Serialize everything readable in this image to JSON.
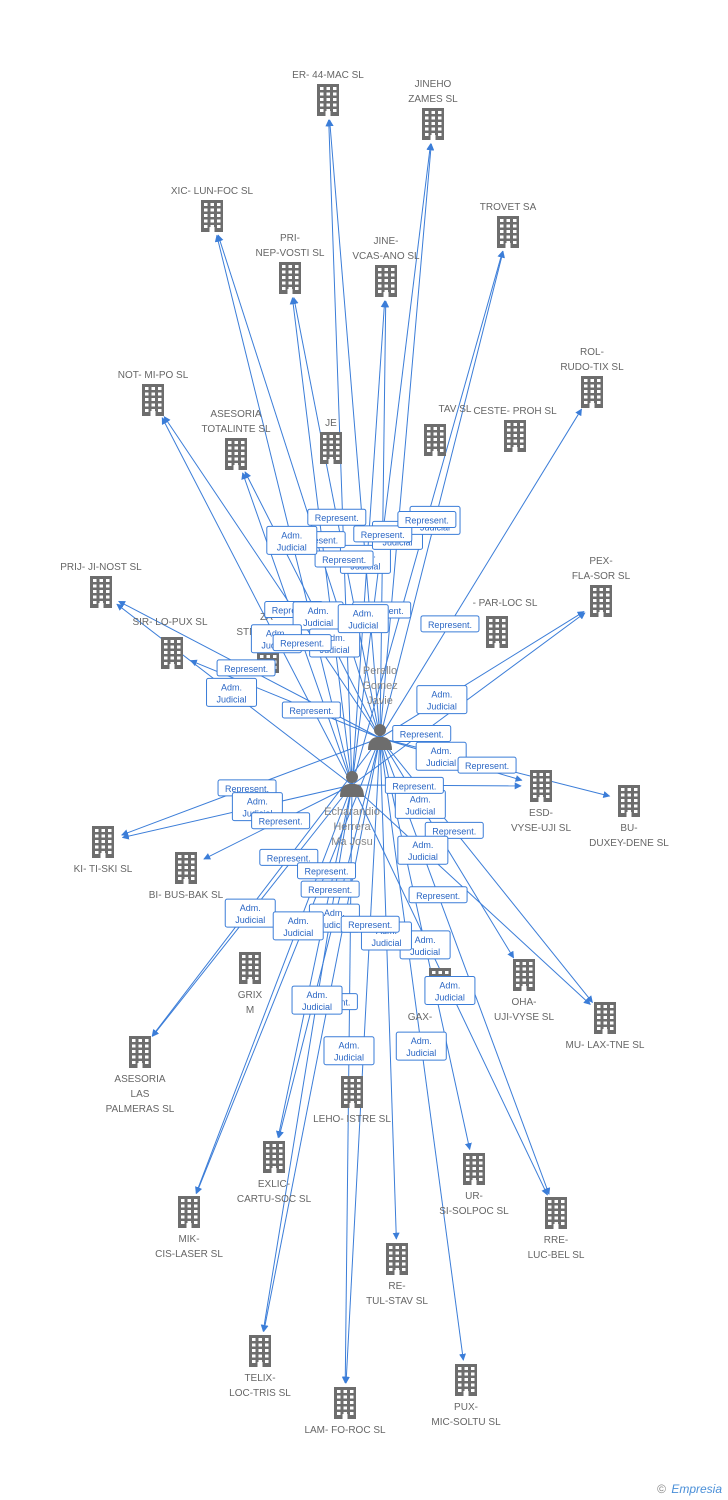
{
  "colors": {
    "edge": "#3b7dd8",
    "node": "#6d6d6d",
    "badge_text": "#2a66c4",
    "label": "#666666"
  },
  "persons": [
    {
      "id": "p1",
      "lines": [
        "Perello",
        "Gomez",
        "Javie"
      ]
    },
    {
      "id": "p2",
      "lines": [
        "Echarandio",
        "Herrera",
        "Ma Josu"
      ]
    }
  ],
  "companies": [
    {
      "id": "c1",
      "lines": [
        "ER- 44-MAC SL"
      ]
    },
    {
      "id": "c2",
      "lines": [
        "JINEHO",
        "ZAMES SL"
      ]
    },
    {
      "id": "c3",
      "lines": [
        "XIC- LUN-FOC SL"
      ]
    },
    {
      "id": "c4",
      "lines": [
        "TROVET SA"
      ]
    },
    {
      "id": "c5",
      "lines": [
        "PRI-",
        "NEP-VOSTI SL"
      ]
    },
    {
      "id": "c6",
      "lines": [
        "JINE-",
        "VCAS-ANO SL"
      ]
    },
    {
      "id": "c7",
      "lines": [
        "ROL-",
        "RUDO-TIX SL"
      ]
    },
    {
      "id": "c8",
      "lines": [
        "NOT- MI-PO SL"
      ]
    },
    {
      "id": "c9",
      "lines": [
        "ASESORIA",
        "TOTALINTE SL"
      ]
    },
    {
      "id": "c10",
      "lines": [
        "JE"
      ]
    },
    {
      "id": "c11",
      "lines": [
        "TAV SL"
      ]
    },
    {
      "id": "c12",
      "lines": [
        "CESTE- PROH SL"
      ]
    },
    {
      "id": "c13",
      "lines": [
        "PRIJ- JI-NOST SL"
      ]
    },
    {
      "id": "c14",
      "lines": [
        "PEX-",
        "FLA-SOR SL"
      ]
    },
    {
      "id": "c15",
      "lines": [
        "SIR- LO-PUX SL"
      ]
    },
    {
      "id": "c16",
      "lines": [
        "ZA-",
        "STNAW-KI SL"
      ]
    },
    {
      "id": "c17",
      "lines": [
        "- PAR-LOC SL"
      ]
    },
    {
      "id": "c18",
      "lines": [
        "ESD-",
        "VYSE-UJI SL"
      ]
    },
    {
      "id": "c19",
      "lines": [
        "BU-",
        "DUXEY-DENE SL"
      ]
    },
    {
      "id": "c20",
      "lines": [
        "KI- TI-SKI SL"
      ]
    },
    {
      "id": "c21",
      "lines": [
        "BI- BUS-BAK SL"
      ]
    },
    {
      "id": "c22",
      "lines": [
        "GRIX",
        "M"
      ]
    },
    {
      "id": "c23",
      "lines": [
        "OHA-",
        "UJI-VYSE SL"
      ]
    },
    {
      "id": "c24",
      "lines": [
        "GAX-"
      ]
    },
    {
      "id": "c25",
      "lines": [
        "MU- LAX-TNE SL"
      ]
    },
    {
      "id": "c26",
      "lines": [
        "ASESORIA",
        "LAS",
        "PALMERAS SL"
      ]
    },
    {
      "id": "c27",
      "lines": [
        "LEHO- ISTRE SL"
      ]
    },
    {
      "id": "c28",
      "lines": [
        "EXLIC-",
        "CARTU-SOC SL"
      ]
    },
    {
      "id": "c29",
      "lines": [
        "UR-",
        "SI-SOLPOC SL"
      ]
    },
    {
      "id": "c30",
      "lines": [
        "MIK-",
        "CIS-LASER SL"
      ]
    },
    {
      "id": "c31",
      "lines": [
        "RRE-",
        "LUC-BEL SL"
      ]
    },
    {
      "id": "c32",
      "lines": [
        "RE-",
        "TUL-STAV SL"
      ]
    },
    {
      "id": "c33",
      "lines": [
        "TELIX-",
        "LOC-TRIS SL"
      ]
    },
    {
      "id": "c34",
      "lines": [
        "PUX-",
        "MIC-SOLTU SL"
      ]
    },
    {
      "id": "c35",
      "lines": [
        "LAM- FO-ROC SL"
      ]
    }
  ],
  "badge_labels": {
    "adm": [
      "Adm.",
      "Judicial"
    ],
    "rep": [
      "Represent."
    ]
  },
  "edges": [
    {
      "from": "p1",
      "to": "c1",
      "badge": "adm"
    },
    {
      "from": "p1",
      "to": "c2",
      "badge": "adm"
    },
    {
      "from": "p1",
      "to": "c3",
      "badge": "rep"
    },
    {
      "from": "p1",
      "to": "c4",
      "badge": "adm"
    },
    {
      "from": "p1",
      "to": "c5",
      "badge": "rep"
    },
    {
      "from": "p1",
      "to": "c6",
      "badge": "rep"
    },
    {
      "from": "p1",
      "to": "c7",
      "badge": "rep"
    },
    {
      "from": "p1",
      "to": "c8",
      "badge": "rep"
    },
    {
      "from": "p1",
      "to": "c9",
      "badge": "adm"
    },
    {
      "from": "p1",
      "to": "c13",
      "badge": "rep"
    },
    {
      "from": "p1",
      "to": "c14",
      "badge": "adm"
    },
    {
      "from": "p1",
      "to": "c15",
      "badge": "rep"
    },
    {
      "from": "p1",
      "to": "c18",
      "badge": "adm"
    },
    {
      "from": "p1",
      "to": "c19",
      "badge": "rep"
    },
    {
      "from": "p1",
      "to": "c20",
      "badge": "rep"
    },
    {
      "from": "p1",
      "to": "c23",
      "badge": "adm"
    },
    {
      "from": "p1",
      "to": "c25",
      "badge": "rep"
    },
    {
      "from": "p1",
      "to": "c26",
      "badge": "rep"
    },
    {
      "from": "p1",
      "to": "c28",
      "badge": "adm"
    },
    {
      "from": "p1",
      "to": "c29",
      "badge": "adm"
    },
    {
      "from": "p1",
      "to": "c30",
      "badge": "rep"
    },
    {
      "from": "p1",
      "to": "c31",
      "badge": "rep"
    },
    {
      "from": "p1",
      "to": "c32",
      "badge": "adm"
    },
    {
      "from": "p1",
      "to": "c33",
      "badge": "rep"
    },
    {
      "from": "p1",
      "to": "c34",
      "badge": "adm"
    },
    {
      "from": "p1",
      "to": "c35",
      "badge": "rep"
    },
    {
      "from": "p2",
      "to": "c1",
      "badge": "rep"
    },
    {
      "from": "p2",
      "to": "c2",
      "badge": "rep"
    },
    {
      "from": "p2",
      "to": "c3",
      "badge": "adm"
    },
    {
      "from": "p2",
      "to": "c4",
      "badge": "rep"
    },
    {
      "from": "p2",
      "to": "c5",
      "badge": "adm"
    },
    {
      "from": "p2",
      "to": "c6",
      "badge": "adm"
    },
    {
      "from": "p2",
      "to": "c8",
      "badge": "adm"
    },
    {
      "from": "p2",
      "to": "c9",
      "badge": "rep"
    },
    {
      "from": "p2",
      "to": "c13",
      "badge": "adm"
    },
    {
      "from": "p2",
      "to": "c14",
      "badge": "rep"
    },
    {
      "from": "p2",
      "to": "c18",
      "badge": "rep"
    },
    {
      "from": "p2",
      "to": "c20",
      "badge": "adm"
    },
    {
      "from": "p2",
      "to": "c21",
      "badge": "rep"
    },
    {
      "from": "p2",
      "to": "c26",
      "badge": "adm"
    },
    {
      "from": "p2",
      "to": "c28",
      "badge": "rep"
    },
    {
      "from": "p2",
      "to": "c30",
      "badge": "adm"
    },
    {
      "from": "p2",
      "to": "c33",
      "badge": "adm"
    },
    {
      "from": "p2",
      "to": "c35",
      "badge": "adm"
    },
    {
      "from": "p2",
      "to": "c31",
      "badge": "adm"
    },
    {
      "from": "p2",
      "to": "c25",
      "badge": "adm"
    }
  ],
  "footer": {
    "copyright": "©",
    "brand": "Empresia"
  }
}
